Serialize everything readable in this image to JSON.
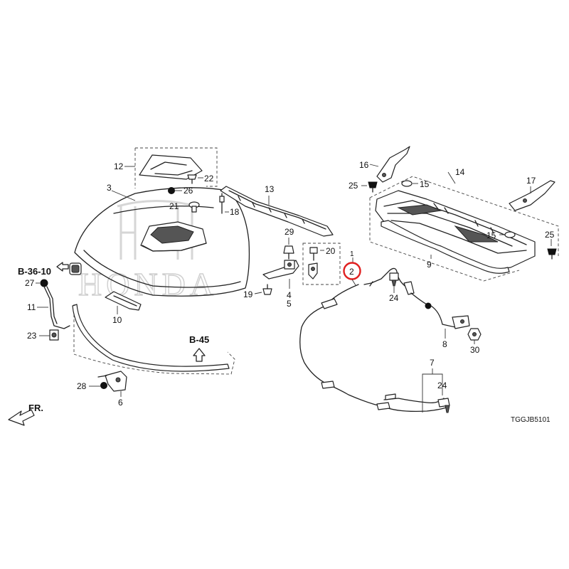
{
  "labels": {
    "p1": "1",
    "p2": "2",
    "p3": "3",
    "p4": "4",
    "p5": "5",
    "p6": "6",
    "p7": "7",
    "p8": "8",
    "p9": "9",
    "p10": "10",
    "p11": "11",
    "p12": "12",
    "p13": "13",
    "p14": "14",
    "p15a": "15",
    "p15b": "15",
    "p16": "16",
    "p17": "17",
    "p18": "18",
    "p19": "19",
    "p20": "20",
    "p21": "21",
    "p22": "22",
    "p23": "23",
    "p24a": "24",
    "p24b": "24",
    "p25a": "25",
    "p25b": "25",
    "p26": "26",
    "p27": "27",
    "p28": "28",
    "p29": "29",
    "p30": "30"
  },
  "refs": {
    "b36": "B-36-10",
    "b45": "B-45"
  },
  "fr_label": "FR.",
  "diagram_code": "TGGJB5101",
  "watermark": "HONDA",
  "highlight_color": "#e02020"
}
